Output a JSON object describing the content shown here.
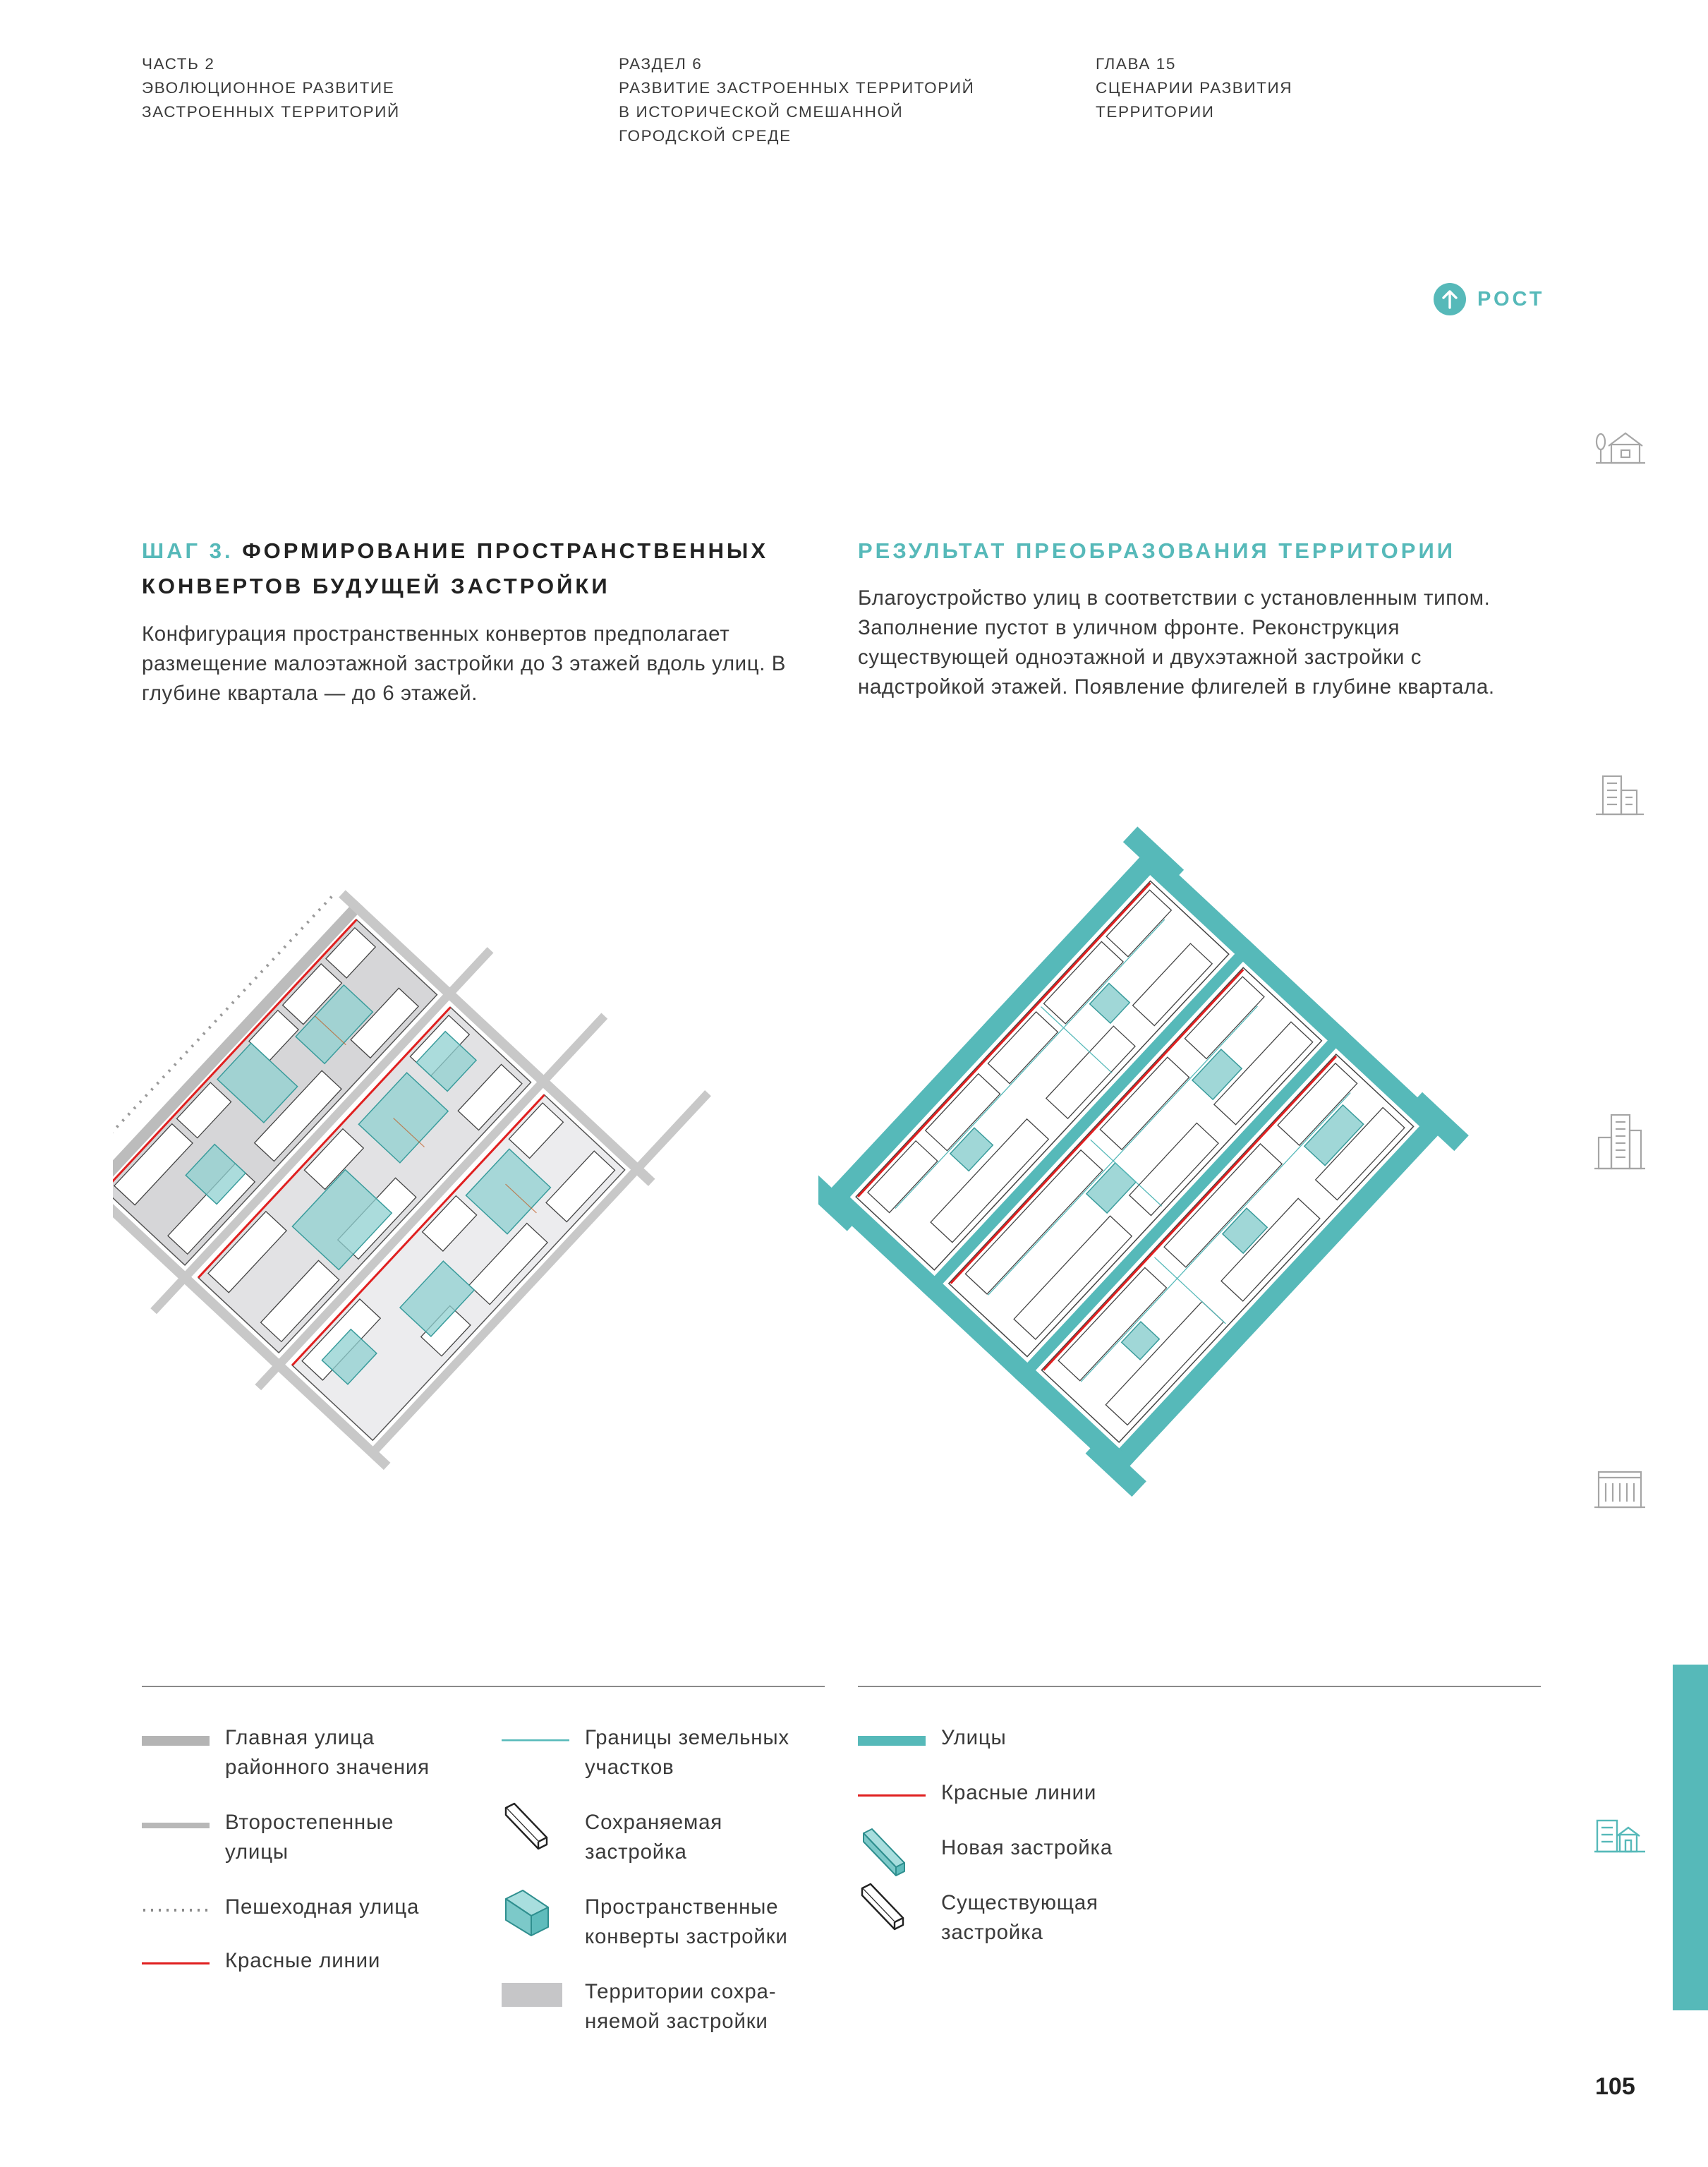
{
  "header": {
    "part": [
      "ЧАСТЬ 2",
      "ЭВОЛЮЦИОННОЕ РАЗВИТИЕ",
      "ЗАСТРОЕННЫХ ТЕРРИТОРИЙ"
    ],
    "section": [
      "РАЗДЕЛ 6",
      "РАЗВИТИЕ ЗАСТРОЕННЫХ ТЕРРИТОРИЙ",
      "В ИСТОРИЧЕСКОЙ СМЕШАННОЙ",
      "ГОРОДСКОЙ СРЕДЕ"
    ],
    "chapter": [
      "ГЛАВА 15",
      "СЦЕНАРИИ РАЗВИТИЯ",
      "ТЕРРИТОРИИ"
    ]
  },
  "badge": {
    "label": "РОСТ",
    "icon": "arrow-up-circle-icon"
  },
  "side_icons": [
    "house-tree-icon",
    "lowrise-building-icon",
    "highrise-building-icon",
    "apartment-block-icon",
    "mixed-district-icon"
  ],
  "colors": {
    "accent": "#56b9b9",
    "red_line": "#e02020",
    "main_street": "#b4b4b4",
    "secondary_street": "#c4c4c4",
    "preserved_area": "#cfcfd1"
  },
  "step": {
    "prefix": "ШАГ 3.",
    "title_line1": "ФОРМИРОВАНИЕ ПРОСТРАНСТВЕННЫХ",
    "title_line2": "КОНВЕРТОВ БУДУЩЕЙ ЗАСТРОЙКИ",
    "text": "Конфигурация пространственных конвертов предполагает размещение малоэтажной застройки до 3 этажей вдоль улиц. В глубине квартала — до 6 этажей."
  },
  "result": {
    "title": "РЕЗУЛЬТАТ ПРЕОБРАЗОВАНИЯ ТЕРРИТОРИИ",
    "text": "Благоустройство улиц в соответствии с установленным типом. Заполнение пустот в уличном фронте. Реконструк­ция существующей одноэтажной и двухэтажной застройки с надстройкой этажей. Появление флигелей в глубине квартала."
  },
  "legend_left": [
    {
      "symbol": "thick-gray-line",
      "label": "Главная улица\nрайонного значения"
    },
    {
      "symbol": "thin-gray-line",
      "label": "Второстепенные\nулицы"
    },
    {
      "symbol": "dotted-line",
      "label": "Пешеходная улица"
    },
    {
      "symbol": "red-line",
      "label": "Красные линии"
    }
  ],
  "legend_mid": [
    {
      "symbol": "thin-teal-line",
      "label": "Границы земельных\nучастков"
    },
    {
      "symbol": "outline-block-icon",
      "label": "Сохраняемая\nзастройка"
    },
    {
      "symbol": "teal-volume-icon",
      "label": "Пространственные\nконверты застройки"
    },
    {
      "symbol": "gray-fill-rect",
      "label": "Территории сохра-\nняемой застройки"
    }
  ],
  "legend_right": [
    {
      "symbol": "thick-teal-line",
      "label": "Улицы"
    },
    {
      "symbol": "red-line",
      "label": "Красные линии"
    },
    {
      "symbol": "teal-block-icon",
      "label": "Новая застройка"
    },
    {
      "symbol": "outline-block-icon",
      "label": "Существующая\nзастройка"
    }
  ],
  "page_number": "105"
}
